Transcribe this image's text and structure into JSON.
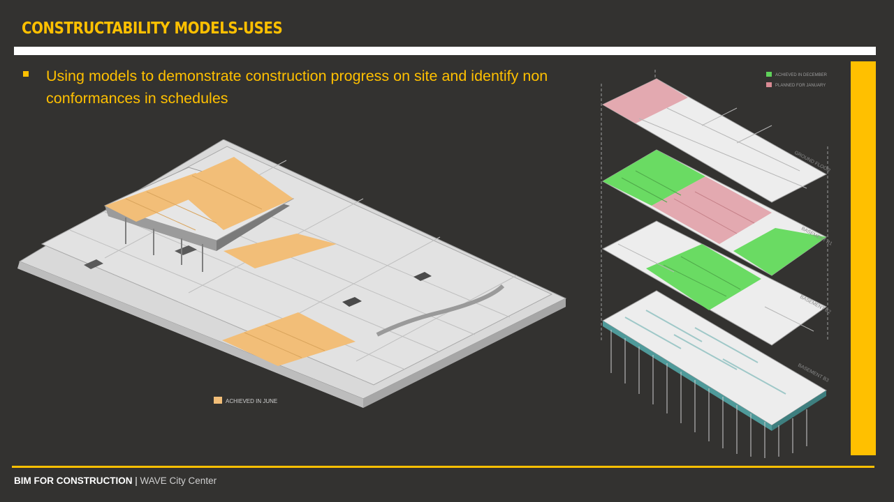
{
  "slide": {
    "title": "CONSTRUCTABILITY MODELS-USES",
    "bullet": "Using models to demonstrate construction progress on site and identify non conformances in schedules"
  },
  "main_model": {
    "legend_label": "ACHIEVED IN JUNE",
    "legend_color": "#F2BE78"
  },
  "floor_model": {
    "legend": [
      {
        "label": "ACHIEVED IN DECEMBER",
        "color": "#5FD15A"
      },
      {
        "label": "PLANNED FOR JANUARY",
        "color": "#D98A93"
      }
    ],
    "floors": [
      "GROUND FLOOR",
      "BASEMENT B1",
      "BASEMENT B2",
      "BASEMENT B3"
    ]
  },
  "footer": {
    "brand": "BIM FOR CONSTRUCTION",
    "separator": "|",
    "project": "WAVE City Center"
  },
  "colors": {
    "background": "#333230",
    "accent": "#FFC000",
    "model_gray": "#D9D9D9",
    "teal_slab": "#4F9A9A"
  }
}
